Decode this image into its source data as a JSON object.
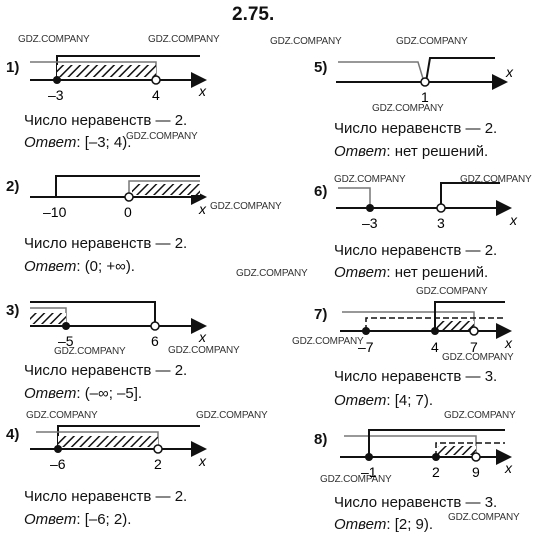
{
  "title": "2.75.",
  "watermark": "GDZ.COMPANY",
  "watermarks": [
    "GDZ.COMPANY",
    "GDZ.COMPANY",
    "GDZ.COMPANY",
    "GDZ.COMPANY",
    "GDZ.COMPANY",
    "GDZ.COMPANY",
    "GDZ.COMPANY",
    "GDZ.COMPANY",
    "GDZ.COMPANY",
    "GDZ.COMPANY",
    "GDZ.COMPANY",
    "GDZ.COMPANY",
    "GDZ.COMPANY",
    "GDZ.COMPANY",
    "GDZ.COMPANY",
    "GDZ.COMPANY",
    "GDZ.COMPANY",
    "GDZ.COMPANY",
    "GDZ.COMPANY",
    "GDZ.COMPANY"
  ],
  "axis_var": "x",
  "problems": [
    {
      "num": "1)",
      "ticks": [
        "–3",
        "4"
      ],
      "count_text": "Число неравенств — 2.",
      "answer_label": "Ответ",
      "answer_sep": ": ",
      "answer": "[–3; 4)."
    },
    {
      "num": "2)",
      "ticks": [
        "–10",
        "0"
      ],
      "count_text": "Число неравенств — 2.",
      "answer_label": "Ответ",
      "answer_sep": ": ",
      "answer": "(0; +∞)."
    },
    {
      "num": "3)",
      "ticks": [
        "–5",
        "6"
      ],
      "count_text": "Число неравенств — 2.",
      "answer_label": "Ответ",
      "answer_sep": ": ",
      "answer": "(–∞; –5]."
    },
    {
      "num": "4)",
      "ticks": [
        "–6",
        "2"
      ],
      "count_text": "Число неравенств — 2.",
      "answer_label": "Ответ",
      "answer_sep": ": ",
      "answer": "[–6; 2)."
    },
    {
      "num": "5)",
      "ticks": [
        "1"
      ],
      "count_text": "Число неравенств — 2.",
      "answer_label": "Ответ",
      "answer_sep": ": ",
      "answer": "нет решений."
    },
    {
      "num": "6)",
      "ticks": [
        "–3",
        "3"
      ],
      "count_text": "Число неравенств — 2.",
      "answer_label": "Ответ",
      "answer_sep": ": ",
      "answer": "нет решений."
    },
    {
      "num": "7)",
      "ticks": [
        "–7",
        "4",
        "7"
      ],
      "count_text": "Число неравенств — 3.",
      "answer_label": "Ответ",
      "answer_sep": ": ",
      "answer": "[4; 7)."
    },
    {
      "num": "8)",
      "ticks": [
        "–1",
        "2",
        "9"
      ],
      "count_text": "Число неравенств — 3.",
      "answer_label": "Ответ",
      "answer_sep": ": ",
      "answer": "[2; 9)."
    }
  ]
}
